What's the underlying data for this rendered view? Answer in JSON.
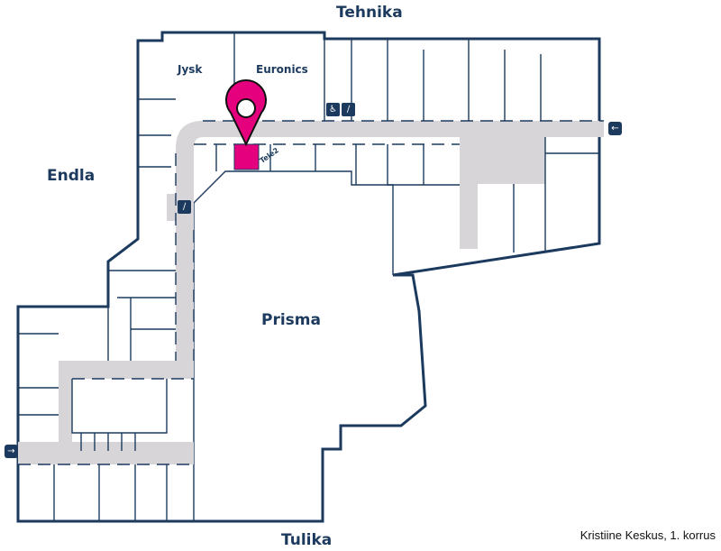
{
  "map": {
    "caption": "Kristiine Keskus, 1. korrus",
    "streets": {
      "north": "Tehnika",
      "west": "Endla",
      "south": "Tulika"
    },
    "stores": {
      "jysk": "Jysk",
      "euronics": "Euronics",
      "prisma": "Prisma",
      "tele2": "Tele2"
    },
    "highlighted_store_color": "#e5007d",
    "entrance_icons": {
      "east": "arrow-left",
      "west": "arrow-right"
    }
  }
}
